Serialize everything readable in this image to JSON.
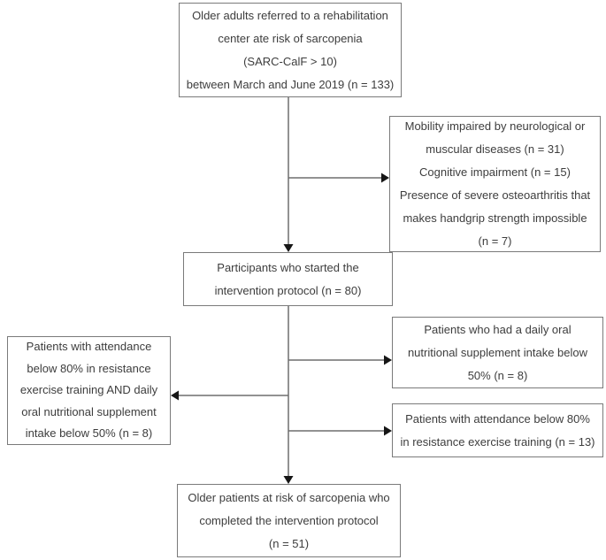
{
  "diagram": {
    "type": "flowchart",
    "boxes": {
      "enrollment": {
        "text": "Older adults referred to a rehabilitation\ncenter ate risk of sarcopenia\n(SARC-CalF > 10)\nbetween March and June 2019 (n = 133)"
      },
      "excluded": {
        "text": "Mobility impaired by neurological or\nmuscular diseases (n = 31)\nCognitive impairment (n = 15)\nPresence of severe osteoarthritis that\nmakes handgrip strength impossible\n(n = 7)"
      },
      "started": {
        "text": "Participants who started the\nintervention protocol (n = 80)"
      },
      "dropout_combined": {
        "text": "Patients with attendance\nbelow 80% in resistance\nexercise training AND daily\noral nutritional supplement\nintake below 50% (n = 8)"
      },
      "dropout_supplement": {
        "text": "Patients who had a daily oral\nnutritional supplement intake below\n50% (n = 8)"
      },
      "dropout_attendance": {
        "text": "Patients with attendance below 80%\nin resistance exercise training (n = 13)"
      },
      "completed": {
        "text": "Older patients at risk of sarcopenia who\ncompleted the intervention protocol\n(n = 51)"
      }
    },
    "colors": {
      "background": "#ffffff",
      "box_border": "#7a7a7a",
      "text": "#3d3d3d",
      "connector_line": "#6e6e6e",
      "arrowhead": "#161616"
    }
  }
}
